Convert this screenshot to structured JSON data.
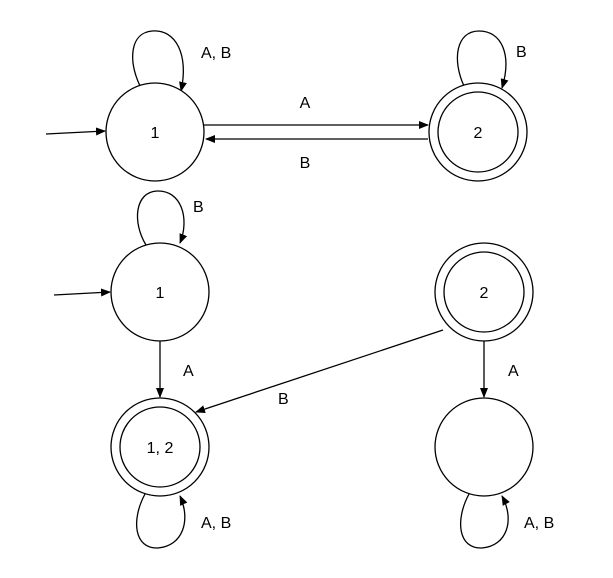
{
  "diagrams": {
    "top": {
      "states": [
        {
          "label": "1",
          "initial": true,
          "accepting": false
        },
        {
          "label": "2",
          "initial": false,
          "accepting": true
        }
      ],
      "transitions": [
        {
          "from": "1",
          "to": "1",
          "label": "A, B"
        },
        {
          "from": "1",
          "to": "2",
          "label": "A"
        },
        {
          "from": "2",
          "to": "1",
          "label": "B"
        },
        {
          "from": "2",
          "to": "2",
          "label": "B"
        }
      ]
    },
    "bottom": {
      "states": [
        {
          "label": "1",
          "initial": true,
          "accepting": false
        },
        {
          "label": "2",
          "initial": false,
          "accepting": true
        },
        {
          "label": "1, 2",
          "initial": false,
          "accepting": true
        },
        {
          "label": "",
          "initial": false,
          "accepting": false
        }
      ],
      "transitions": [
        {
          "from": "1",
          "to": "1",
          "label": "B"
        },
        {
          "from": "1",
          "to": "1, 2",
          "label": "A"
        },
        {
          "from": "2",
          "to": "1, 2",
          "label": "B"
        },
        {
          "from": "2",
          "to": "",
          "label": "A"
        },
        {
          "from": "1, 2",
          "to": "1, 2",
          "label": "A, B"
        },
        {
          "from": "",
          "to": "",
          "label": "A, B"
        }
      ]
    }
  }
}
